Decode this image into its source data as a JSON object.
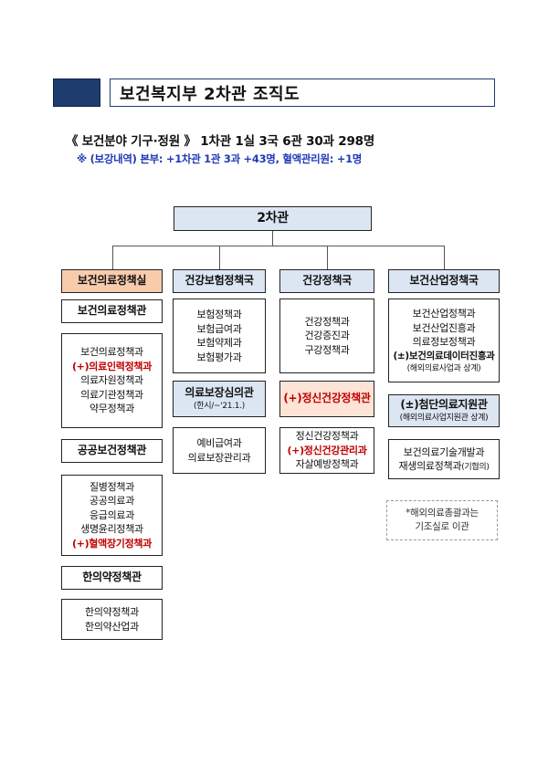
{
  "page_title": "보건복지부 2차관 조직도",
  "subtitle": "《 보건분야 기구·정원 》 1차관 1실 3국 6관 30과 298명",
  "reinforcement": "※ (보강내역) 본부: +1차관 1관 3과 +43명, 혈액관리원: +1명",
  "top": "2차관",
  "col1": {
    "header": "보건의료정책실",
    "sub1": {
      "title": "보건의료정책관",
      "items": [
        "보건의료정책과",
        "(+)의료인력정책과",
        "의료자원정책과",
        "의료기관정책과",
        "약무정책과"
      ]
    },
    "sub2": {
      "title": "공공보건정책관",
      "items": [
        "질병정책과",
        "공공의료과",
        "응급의료과",
        "생명윤리정책과",
        "(+)혈액장기정책과"
      ]
    },
    "sub3": {
      "title": "한의약정책관",
      "items": [
        "한의약정책과",
        "한의약산업과"
      ]
    }
  },
  "col2": {
    "header": "건강보험정책국",
    "items": [
      "보험정책과",
      "보험급여과",
      "보험약제과",
      "보험평가과"
    ],
    "sub": {
      "title": "의료보장심의관",
      "note": "(한시/~'21.1.)",
      "items": [
        "예비급여과",
        "의료보장관리과"
      ]
    }
  },
  "col3": {
    "header": "건강정책국",
    "items": [
      "건강정책과",
      "건강증진과",
      "구강정책과"
    ],
    "sub": {
      "title": "(+)정신건강정책관",
      "items": [
        "정신건강정책과",
        "(+)정신건강관리과",
        "자살예방정책과"
      ]
    }
  },
  "col4": {
    "header": "보건산업정책국",
    "items": [
      "보건산업정책과",
      "보건산업진흥과",
      "의료정보정책과",
      "(±)보건의료데이터진흥과"
    ],
    "items_note": "(해외의료사업과 상계)",
    "sub": {
      "title": "(±)첨단의료지원관",
      "note": "(해외의료사업지원관 상계)",
      "items": [
        "보건의료기술개발과",
        "재생의료정책과"
      ],
      "items_suffix": "(기협의)"
    },
    "footnote": [
      "*해외의료총괄과는",
      "기조실로 이관"
    ]
  }
}
